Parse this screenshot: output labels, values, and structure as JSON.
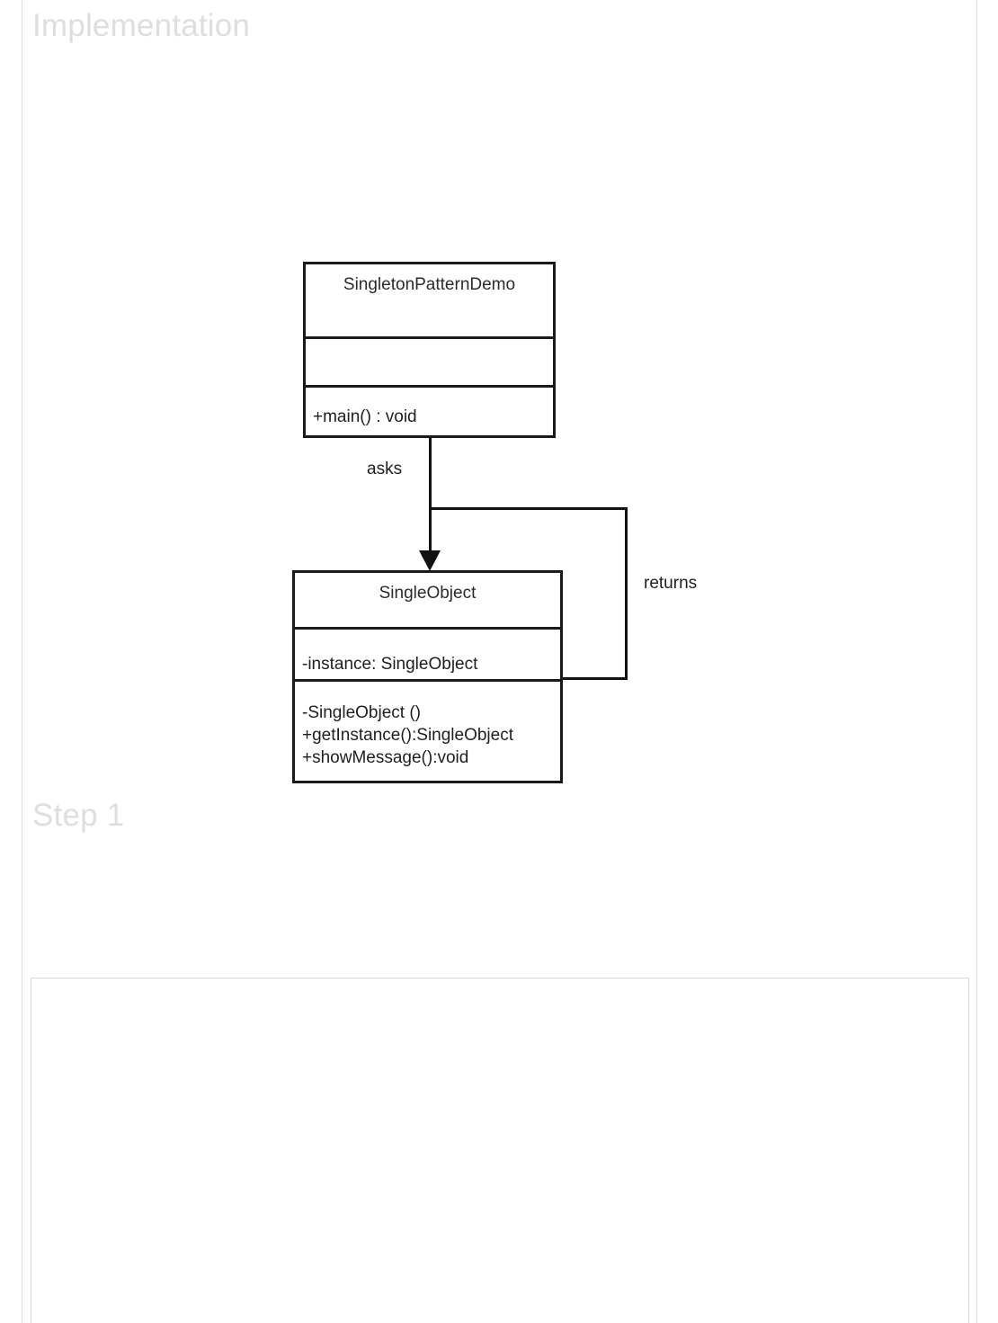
{
  "page": {
    "background": "#ffffff",
    "rule_color": "#dcdcdc",
    "heading_color": "#dedede"
  },
  "headings": {
    "implementation": "Implementation",
    "step1": "Step 1"
  },
  "diagram": {
    "type": "uml-class-diagram",
    "line_color": "#111111",
    "classes": [
      {
        "id": "singleton-pattern-demo",
        "name": "SingletonPatternDemo",
        "attributes": [],
        "methods": [
          "+main() : void"
        ]
      },
      {
        "id": "single-object",
        "name": "SingleObject",
        "attributes": [
          "-instance: SingleObject"
        ],
        "methods": [
          "-SingleObject ()\n+getInstance():SingleObject\n+showMessage():void"
        ]
      }
    ],
    "edges": [
      {
        "id": "asks",
        "label": "asks",
        "from": "singleton-pattern-demo",
        "to": "single-object",
        "arrow": "filled-triangle"
      },
      {
        "id": "returns",
        "label": "returns",
        "from": "single-object",
        "to": "singleton-pattern-demo",
        "arrow": "none"
      }
    ]
  },
  "content_panel": {
    "border_color": "#d8d8d8"
  }
}
